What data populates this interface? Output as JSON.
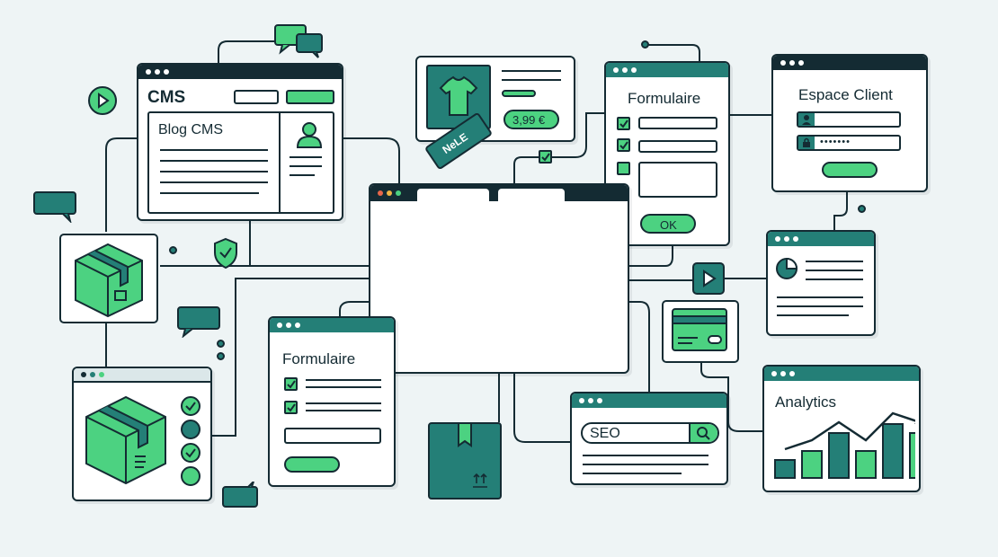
{
  "cms": {
    "title": "CMS",
    "blog_title": "Blog CMS"
  },
  "product": {
    "price": "3,99 €",
    "tag": "NeLE"
  },
  "form_top": {
    "title": "Formulaire",
    "submit": "OK"
  },
  "client": {
    "title": "Espace Client",
    "password_mask": "•••••••"
  },
  "form_bottom": {
    "title": "Formulaire"
  },
  "seo": {
    "query": "SEO"
  },
  "analytics": {
    "title": "Analytics",
    "bars": [
      2,
      3,
      5,
      3,
      6,
      5
    ]
  },
  "colors": {
    "navy": "#142b33",
    "teal": "#247f77",
    "green": "#4cd281",
    "background": "#eef4f5"
  }
}
